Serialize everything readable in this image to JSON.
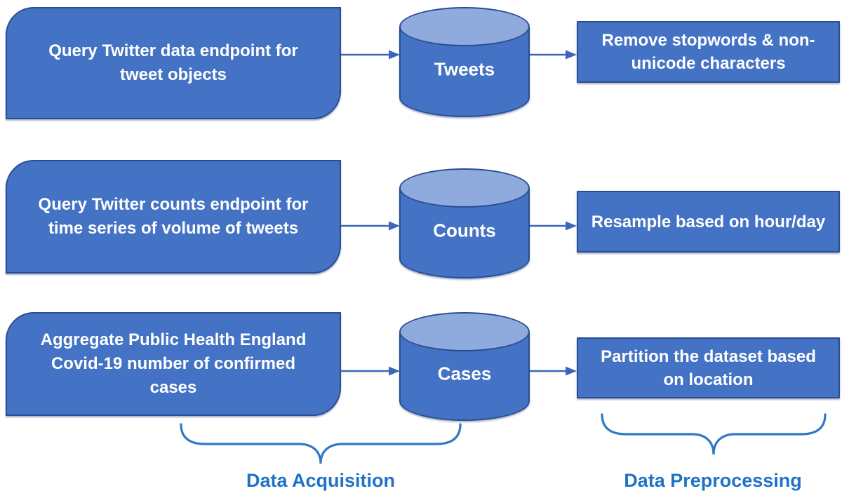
{
  "diagram": {
    "rows": [
      {
        "source": "Query Twitter data endpoint for tweet objects",
        "store": "Tweets",
        "process": "Remove stopwords & non-unicode characters"
      },
      {
        "source": "Query Twitter counts endpoint for time series of volume of tweets",
        "store": "Counts",
        "process": "Resample based on hour/day"
      },
      {
        "source": "Aggregate Public Health England Covid-19 number of confirmed cases",
        "store": "Cases",
        "process": "Partition the dataset based on location"
      }
    ],
    "groups": [
      {
        "label": "Data Acquisition"
      },
      {
        "label": "Data Preprocessing"
      }
    ],
    "colors": {
      "background": "#FFFFFF",
      "shape_fill": "#4472C4",
      "shape_border": "#2A4D93",
      "cylinder_top_fill": "#8FAADC",
      "shape_text": "#FFFFFF",
      "arrow": "#3A67B8",
      "brace": "#2E79C2",
      "label_text": "#1F72C4"
    }
  }
}
